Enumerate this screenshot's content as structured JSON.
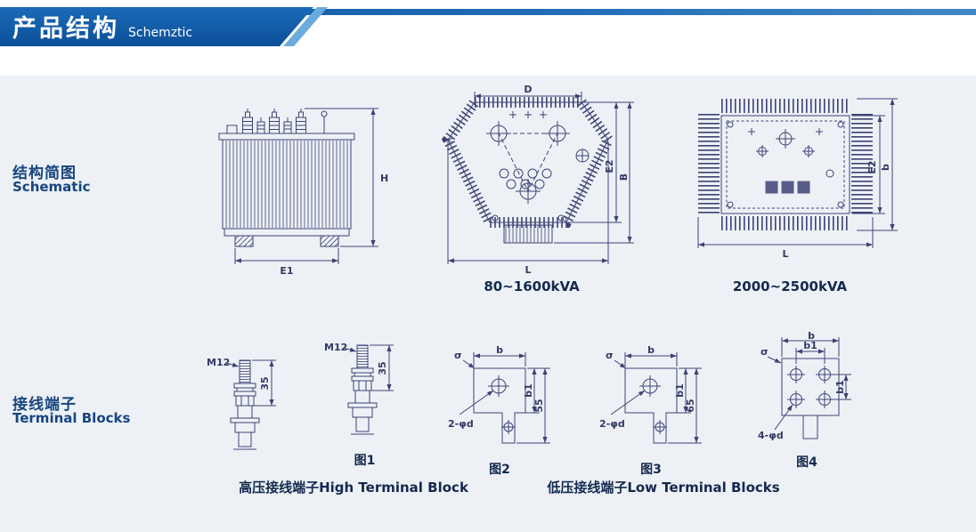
{
  "header": {
    "title": "产品结构",
    "subtitle": "Schemztic"
  },
  "sections": {
    "schematic": {
      "cn": "结构简图",
      "en": "Schematic"
    },
    "terminal": {
      "cn": "接线端子",
      "en": "Terminal Blocks"
    }
  },
  "diagrams": {
    "side_view": {
      "dim_h": "H",
      "dim_e1": "E1"
    },
    "top_small": {
      "dim_d": "D",
      "dim_e2": "E2",
      "dim_b": "B",
      "dim_l": "L",
      "caption": "80~1600kVA"
    },
    "top_large": {
      "dim_e2": "E2",
      "dim_b": "b",
      "dim_l": "L",
      "caption": "2000~2500kVA"
    },
    "bolt1": {
      "thread": "M12",
      "dim": "35"
    },
    "bolt2": {
      "thread": "M12",
      "dim": "35",
      "fig": "图1"
    },
    "plate2": {
      "dim_b": "b",
      "dim_b1": "b1",
      "dim_h": "55",
      "holes": "2-φd",
      "thickness": "σ",
      "fig": "图2"
    },
    "plate3": {
      "dim_b": "b",
      "dim_b1": "b1",
      "dim_h": "65",
      "holes": "2-φd",
      "thickness": "σ",
      "fig": "图3"
    },
    "plate4": {
      "dim_b": "b",
      "dim_b1_top": "b1",
      "dim_b1_right": "b1",
      "holes": "4-φd",
      "thickness": "σ",
      "fig": "图4"
    }
  },
  "captions": {
    "high": "高压接线端子High Terminal Block",
    "low": "低压接线端子Low Terminal Blocks"
  }
}
